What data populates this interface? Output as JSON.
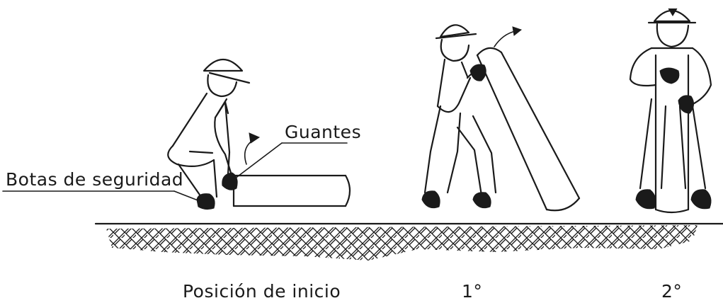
{
  "labels": {
    "safety_boots": "Botas de seguridad",
    "gloves": "Guantes",
    "start_position": "Posición de inicio",
    "step_one": "1°",
    "step_two": "2°"
  },
  "figures": [
    {
      "name": "worker-start-position",
      "pose": "crouching, gripping the pipe end on the ground"
    },
    {
      "name": "worker-step-1",
      "pose": "standing, tilting the pipe upward"
    },
    {
      "name": "worker-step-2",
      "pose": "standing upright, holding the pipe vertically"
    }
  ],
  "colors": {
    "ink": "#1a1a1a",
    "background": "#ffffff"
  }
}
